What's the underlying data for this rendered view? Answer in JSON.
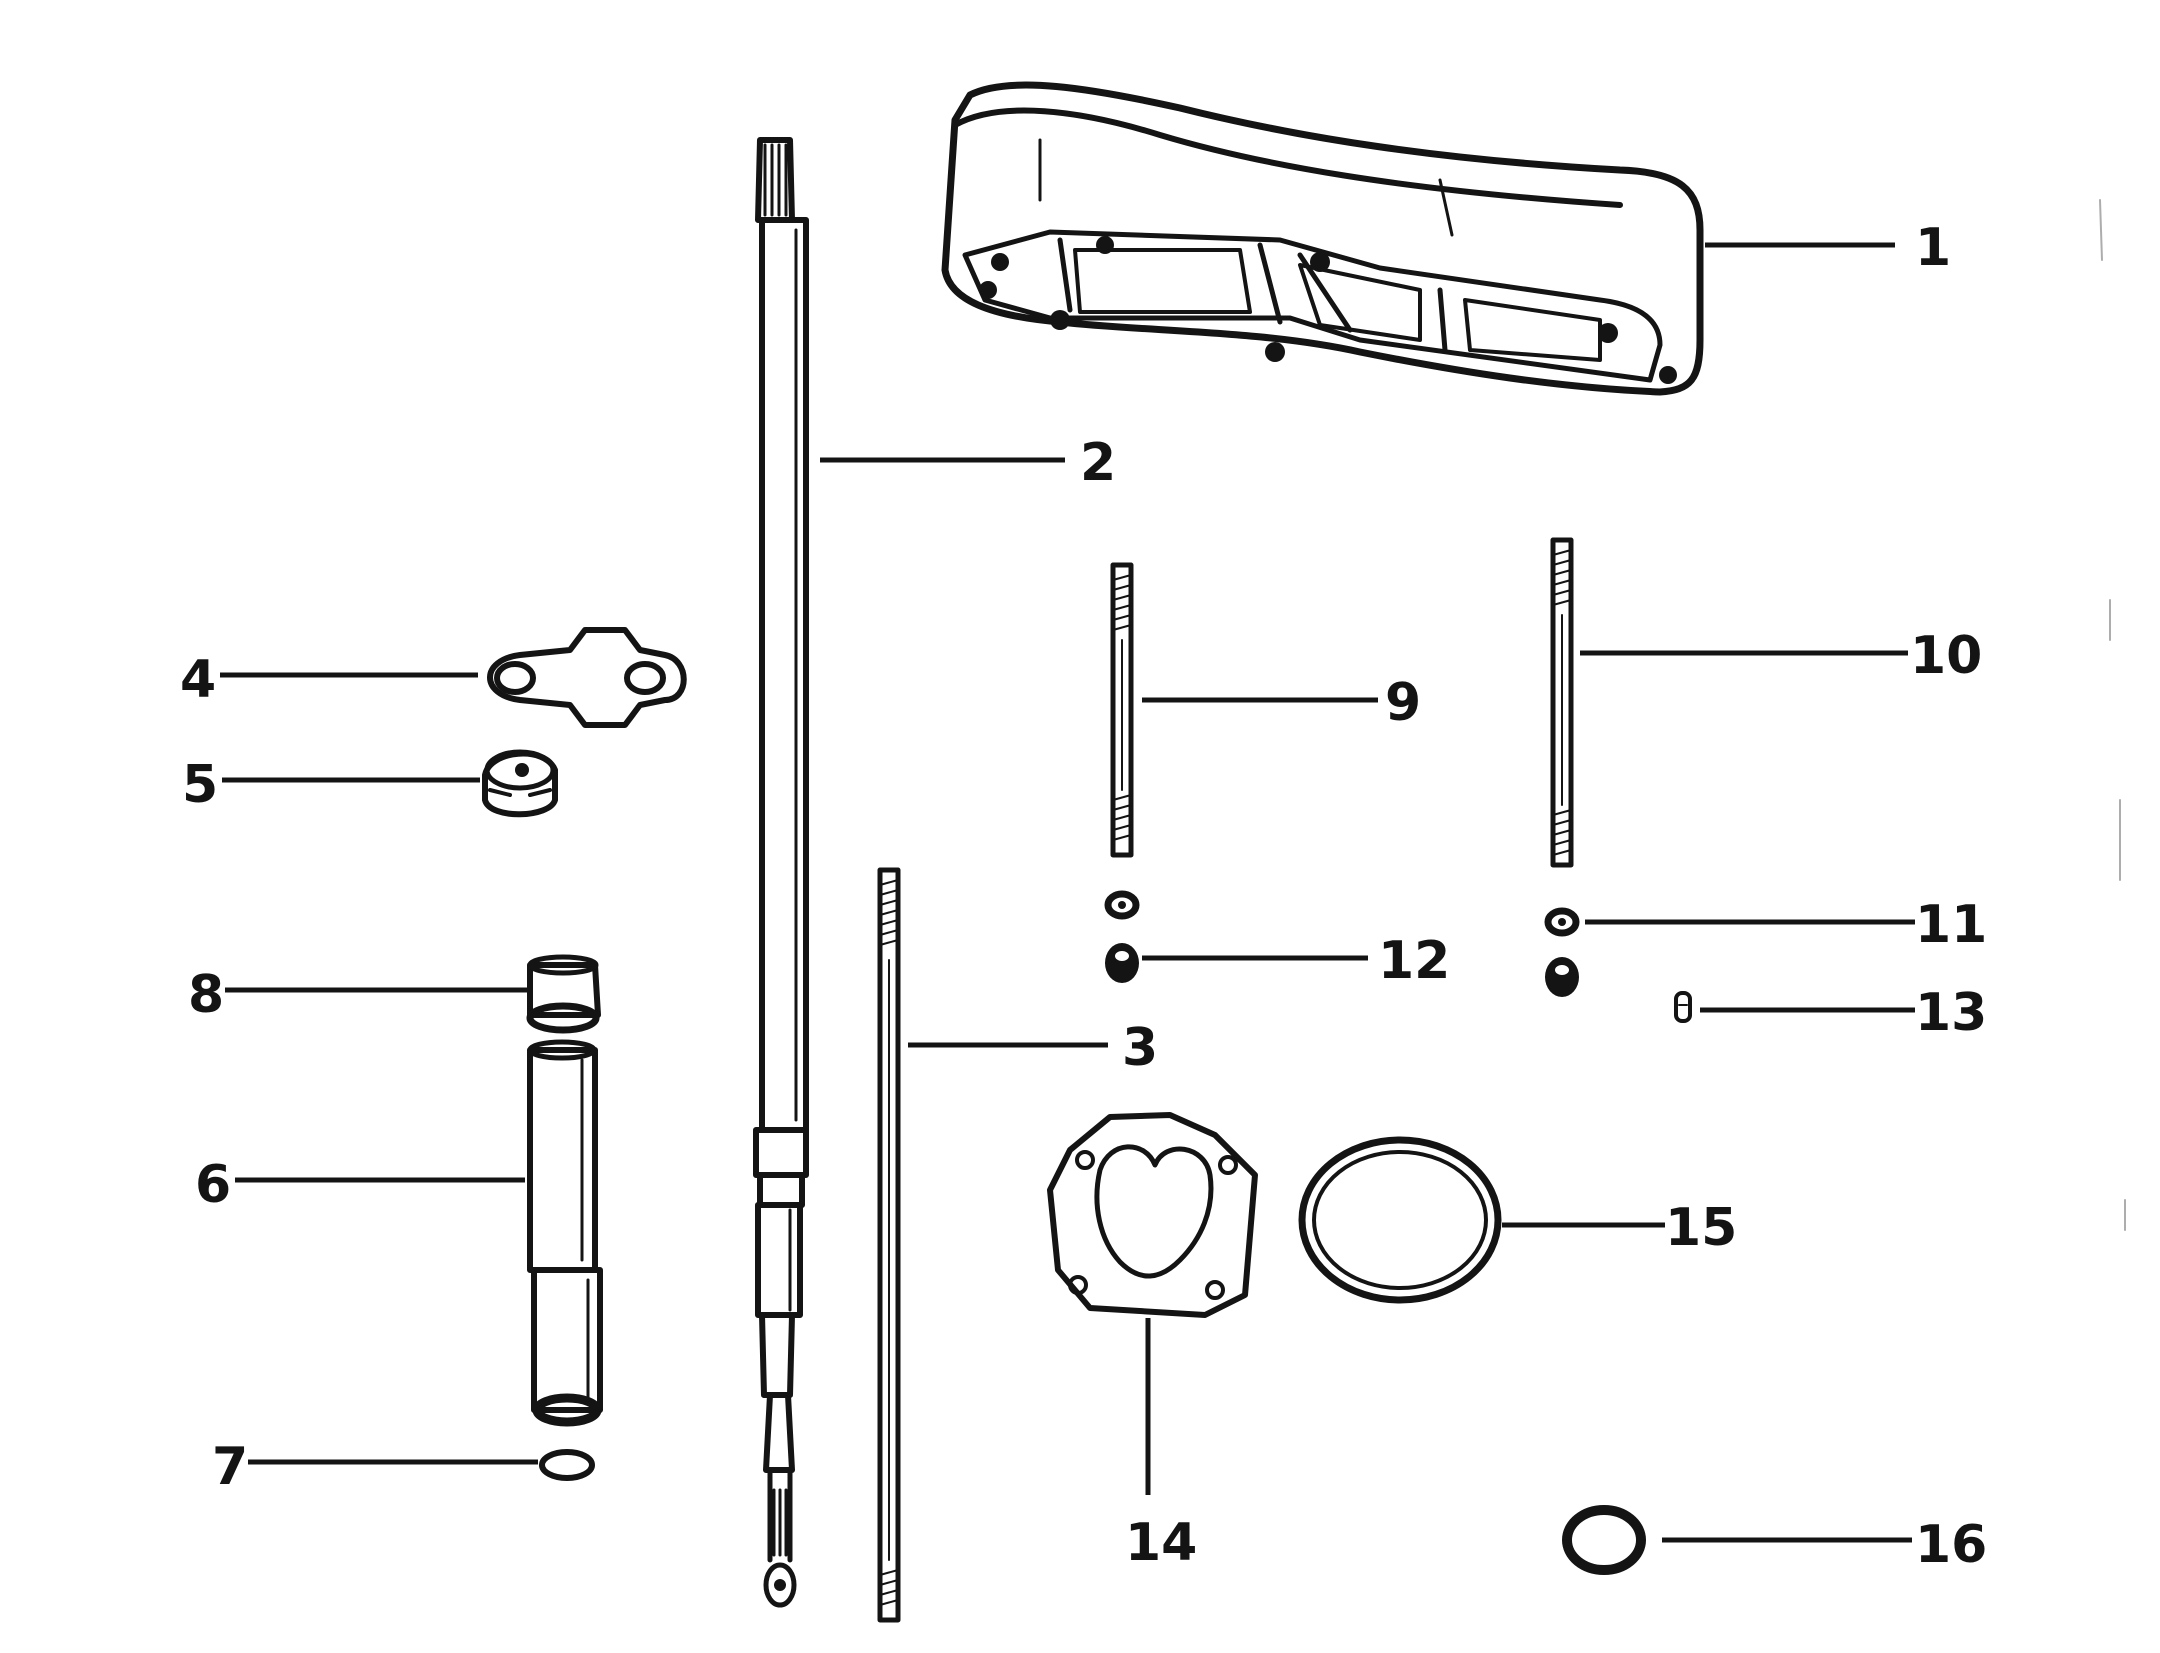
{
  "parts": [
    {
      "number": "1",
      "item": "housing-icon"
    },
    {
      "number": "2",
      "item": "driveshaft-icon"
    },
    {
      "number": "3",
      "item": "stud-icon"
    },
    {
      "number": "4",
      "item": "plate-icon"
    },
    {
      "number": "5",
      "item": "grommet-icon"
    },
    {
      "number": "6",
      "item": "tube-icon"
    },
    {
      "number": "7",
      "item": "o-ring-icon"
    },
    {
      "number": "8",
      "item": "bushing-icon"
    },
    {
      "number": "9",
      "item": "stud-icon"
    },
    {
      "number": "10",
      "item": "stud-icon"
    },
    {
      "number": "11",
      "item": "washer-icon"
    },
    {
      "number": "12",
      "item": "nut-icon"
    },
    {
      "number": "13",
      "item": "pin-icon"
    },
    {
      "number": "14",
      "item": "gasket-icon"
    },
    {
      "number": "15",
      "item": "seal-ring-icon"
    },
    {
      "number": "16",
      "item": "o-ring-icon"
    }
  ],
  "colors": {
    "ink": "#141414",
    "paper": "#ffffff"
  }
}
